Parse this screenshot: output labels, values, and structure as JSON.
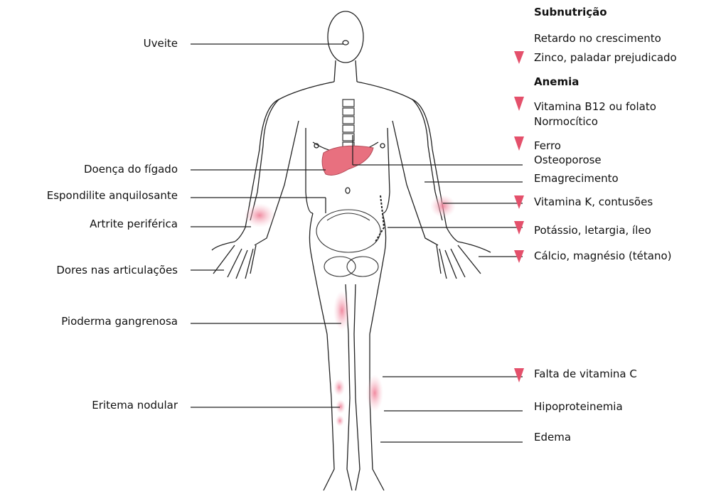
{
  "left_labels": [
    "Uveite",
    "Doença do fígado",
    "Espondilite anquilosante",
    "Artrite periférica",
    "Dores nas articulações",
    "Pioderma gangrenosa",
    "Eritema nodular"
  ],
  "right_labels": {
    "heading_subnutricao": "Subnutrição",
    "retardo": "Retardo no crescimento",
    "zinco": "Zinco, paladar prejudicado",
    "heading_anemia": "Anemia",
    "b12": "Vitamina B12 ou folato",
    "normocitico": "Normocítico",
    "ferro": "Ferro",
    "osteoporose": "Osteoporose",
    "emagrecimento": "Emagrecimento",
    "vitk": "Vitamina K, contusões",
    "potassio": "Potássio, letargia, íleo",
    "calcio": "Cálcio, magnésio (tétano)",
    "vitc": "Falta de vitamina C",
    "hipoproteinemia": "Hipoproteinemia",
    "edema": "Edema"
  },
  "colors": {
    "marker": "#e4506b",
    "lesion": "#f2a6b6",
    "liver": "#e8707f",
    "outline": "#222222"
  }
}
